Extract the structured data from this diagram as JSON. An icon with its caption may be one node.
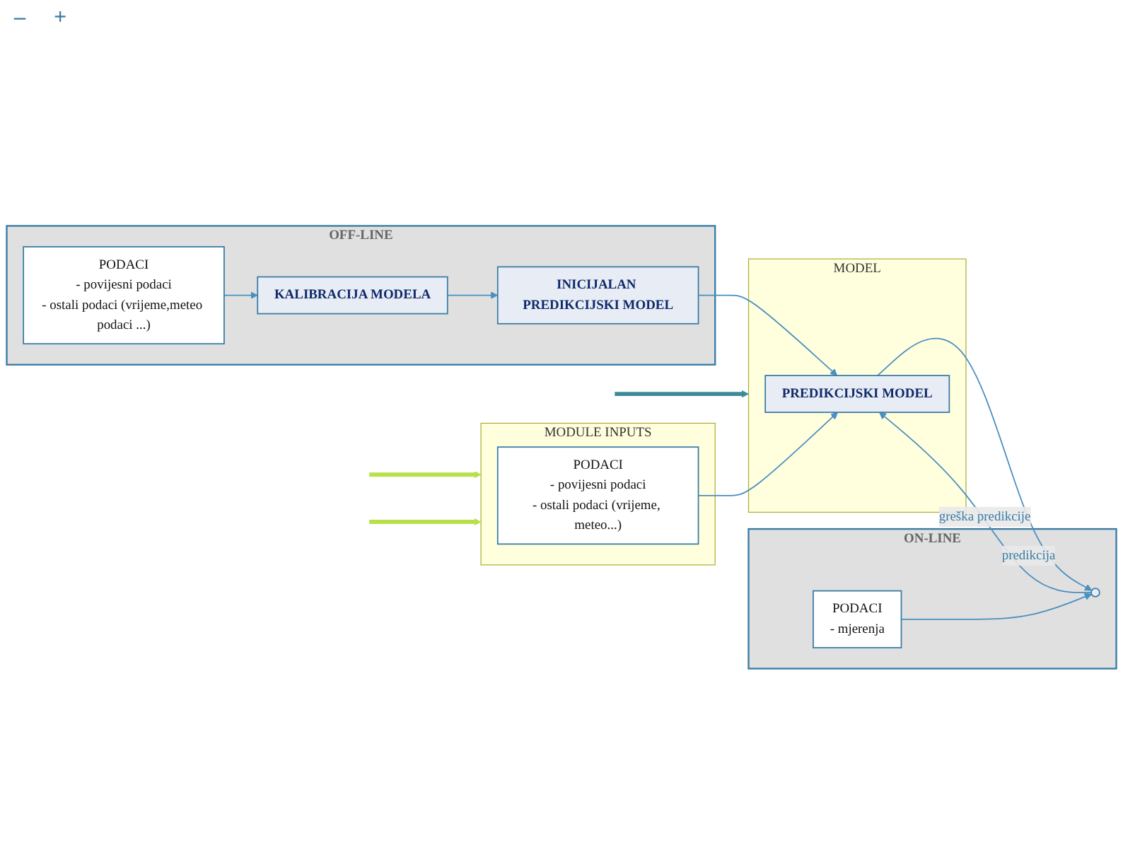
{
  "diagram": {
    "nodes": [
      {
        "text": [
          "OFF-LINE"
        ]
      },
      {
        "text": [
          "PODACI",
          "- povijesni podaci",
          "- ostali podaci (vrijeme,meteo podaci ...)"
        ],
        "in": 0
      },
      {
        "text": [
          "KALIBRACIJA MODELA"
        ],
        "in": 0
      },
      {
        "text": [
          "INICIJALAN PREDIKCIJSKI MODEL"
        ],
        "in": 0
      },
      {
        "text": [
          "ON-LINE"
        ]
      },
      {
        "text": [
          "MODULE INPUTS"
        ]
      },
      {
        "text": [
          "PODACI",
          "- povijesni podaci",
          "- ostali podaci (vrijeme, meteo...)"
        ],
        "in": 5
      },
      {
        "text": [
          "MODEL"
        ]
      },
      {
        "text": [
          "PREDIKCIJSKI MODEL"
        ],
        "in": 7
      },
      {
        "text": [],
        "shape": "circle",
        "in": 4
      },
      {
        "text": [
          "PODACI",
          "- mjerenja"
        ],
        "in": 4
      }
    ],
    "edges": [
      {
        "from": 1,
        "to": 2,
        "arrow": "to"
      },
      {
        "from": 2,
        "to": 3,
        "arrow": "to"
      },
      {
        "from": 3,
        "to": 8,
        "arrow": "to"
      },
      {
        "from": null,
        "to": 7,
        "arrow": "to",
        "style": "thick",
        "color": "#3f8a9a"
      },
      {
        "from": null,
        "to": 5,
        "arrow": "to",
        "style": "thick",
        "color": "#b8e04a"
      },
      {
        "from": null,
        "to": 5,
        "arrow": "to",
        "style": "thick",
        "color": "#b8e04a"
      },
      {
        "from": 6,
        "to": 8,
        "arrow": "to"
      },
      {
        "from": 8,
        "to": 9,
        "label": "predikcija",
        "arrow": "to"
      },
      {
        "from": 10,
        "to": 9,
        "arrow": "to"
      },
      {
        "from": 9,
        "to": 8,
        "label": "greška predikcije",
        "arrow": "to"
      }
    ],
    "labels": [
      "–",
      "+"
    ]
  }
}
